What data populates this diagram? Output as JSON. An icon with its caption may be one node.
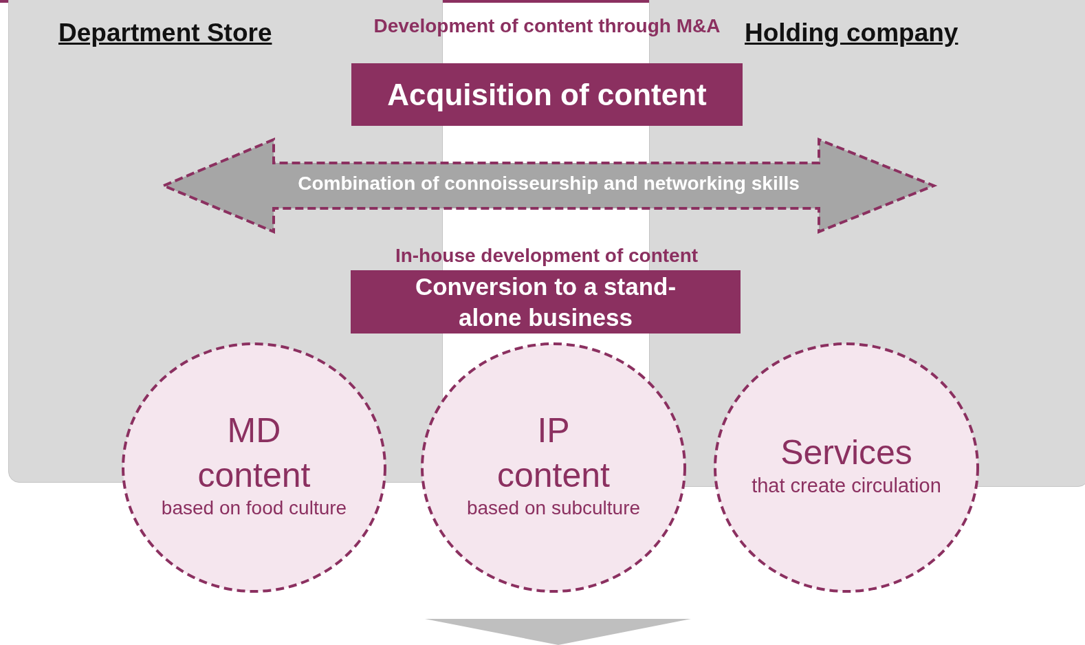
{
  "diagram": {
    "nodes": [
      {
        "text": [
          "Department Store"
        ]
      },
      {
        "text": [
          "Holding company"
        ]
      },
      {
        "text": [
          "Development of content through M&A",
          "Acquisition of content"
        ]
      },
      {
        "text": [
          "Combination of connoisseurship and networking skills"
        ]
      },
      {
        "text": [
          "In-house development of content",
          "Conversion to a stand-alone business"
        ]
      },
      {
        "text": [
          "MD content",
          "based on food culture"
        ]
      },
      {
        "text": [
          "IP content",
          "based on subculture"
        ]
      },
      {
        "text": [
          "Services",
          "that create circulation"
        ]
      }
    ]
  }
}
